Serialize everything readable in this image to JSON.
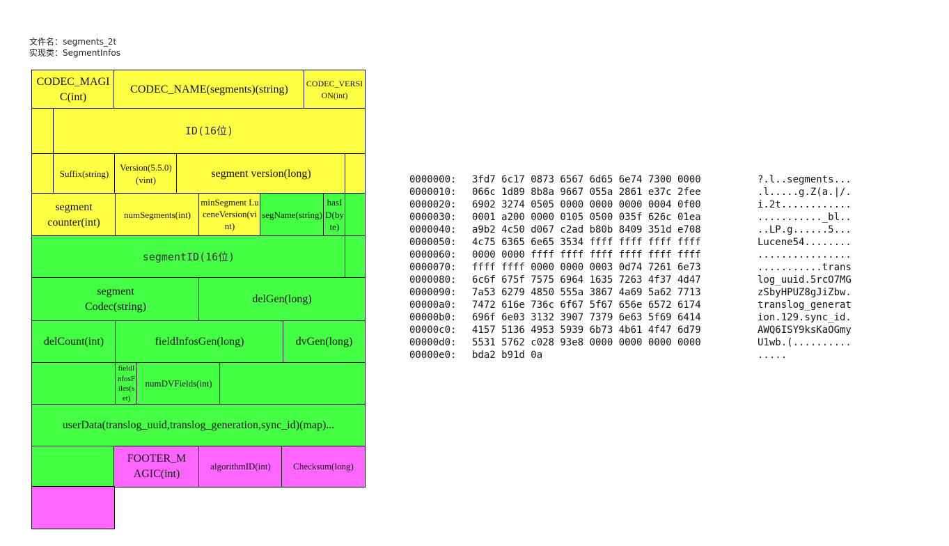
{
  "header": {
    "file_name": "文件名：segments_2t",
    "impl_class": "实现类：SegmentInfos"
  },
  "colors": {
    "header_fields": "#ffff44",
    "segment_fields": "#44ff44",
    "footer_fields": "#ff66ff"
  },
  "fields": {
    "codec_magic": "CODEC_MAGIC(int)",
    "codec_name": "CODEC_NAME(segments)(string)",
    "codec_version": "CODEC_VERSION(int)",
    "id": "ID(16位)",
    "suffix": "Suffix(string)",
    "version": "Version(5.5.0)(vint)",
    "segment_version": "segment version(long)",
    "segment_counter": "segment counter(int)",
    "num_segments": "numSegments(int)",
    "min_segment_lucene_version": "minSegment LuceneVersion(vint)",
    "seg_name": "segName(string)",
    "has_id": "hasID(byte)",
    "segment_id": "segmentID(16位)",
    "segment_codec": "segment Codec(string)",
    "del_gen": "delGen(long)",
    "del_count": "delCount(int)",
    "field_infos_gen": "fieldInfosGen(long)",
    "dv_gen": "dvGen(long)",
    "field_infos_files": "fieldInfosFiles(set)",
    "num_dv_fields": "numDVFields(int)",
    "user_data": "userData(translog_uuid,translog_generation,sync_id)(map)...",
    "footer_magic": "FOOTER_MAGIC(int)",
    "algorithm_id": "algorithmID(int)",
    "checksum": "Checksum(long)"
  },
  "hexdump": [
    {
      "offset": "0000000:",
      "hex": "3fd7 6c17 0873 6567 6d65 6e74 7300 0000",
      "ascii": "?.l..segments..."
    },
    {
      "offset": "0000010:",
      "hex": "066c 1d89 8b8a 9667 055a 2861 e37c 2fee",
      "ascii": ".l.....g.Z(a.|/."
    },
    {
      "offset": "0000020:",
      "hex": "6902 3274 0505 0000 0000 0000 0004 0f00",
      "ascii": "i.2t............"
    },
    {
      "offset": "0000030:",
      "hex": "0001 a200 0000 0105 0500 035f 626c 01ea",
      "ascii": "..........._bl.."
    },
    {
      "offset": "0000040:",
      "hex": "a9b2 4c50 d067 c2ad b80b 8409 351d e708",
      "ascii": "..LP.g......5..."
    },
    {
      "offset": "0000050:",
      "hex": "4c75 6365 6e65 3534 ffff ffff ffff ffff",
      "ascii": "Lucene54........"
    },
    {
      "offset": "0000060:",
      "hex": "0000 0000 ffff ffff ffff ffff ffff ffff",
      "ascii": "................"
    },
    {
      "offset": "0000070:",
      "hex": "ffff ffff 0000 0000 0003 0d74 7261 6e73",
      "ascii": "...........trans"
    },
    {
      "offset": "0000080:",
      "hex": "6c6f 675f 7575 6964 1635 7263 4f37 4d47",
      "ascii": "log_uuid.5rcO7MG"
    },
    {
      "offset": "0000090:",
      "hex": "7a53 6279 4850 555a 3867 4a69 5a62 7713",
      "ascii": "zSbyHPUZ8gJiZbw."
    },
    {
      "offset": "00000a0:",
      "hex": "7472 616e 736c 6f67 5f67 656e 6572 6174",
      "ascii": "translog_generat"
    },
    {
      "offset": "00000b0:",
      "hex": "696f 6e03 3132 3907 7379 6e63 5f69 6414",
      "ascii": "ion.129.sync_id."
    },
    {
      "offset": "00000c0:",
      "hex": "4157 5136 4953 5939 6b73 4b61 4f47 6d79",
      "ascii": "AWQ6ISY9ksKaOGmy"
    },
    {
      "offset": "00000d0:",
      "hex": "5531 5762 c028 93e8 0000 0000 0000 0000",
      "ascii": "U1wb.(.........."
    },
    {
      "offset": "00000e0:",
      "hex": "bda2 b91d 0a",
      "ascii": "....."
    }
  ]
}
